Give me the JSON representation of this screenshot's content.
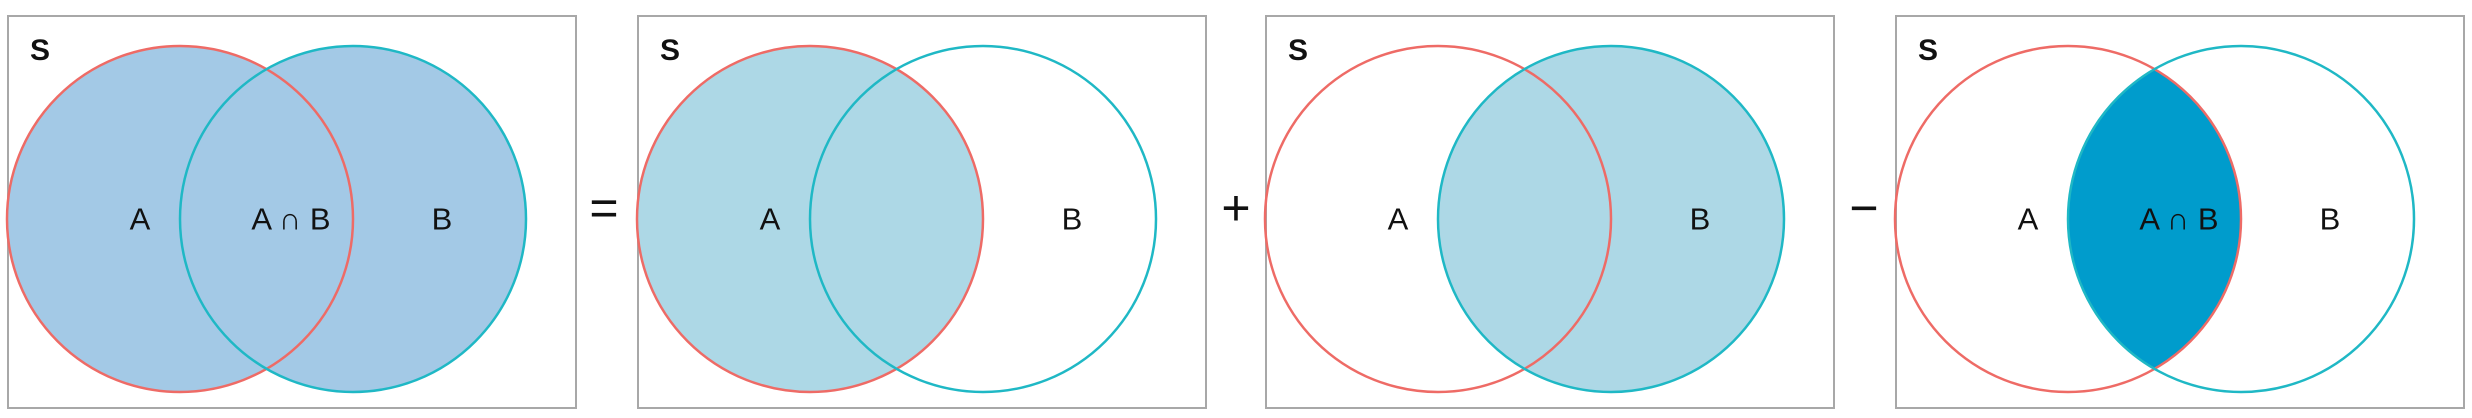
{
  "colors": {
    "circle_a_stroke": "#ee6b66",
    "circle_b_stroke": "#1fb8c5",
    "union_fill": "#a3c9e6",
    "single_set_fill": "#add8e6",
    "intersection_fill": "#009ccc",
    "frame_stroke": "#a8a8a8"
  },
  "panels": [
    {
      "universe_label": "S",
      "shaded": "union",
      "labels": {
        "a": "A",
        "intersection": "A ∩ B",
        "b": "B"
      }
    },
    {
      "universe_label": "S",
      "shaded": "a",
      "labels": {
        "a": "A",
        "intersection": "",
        "b": "B"
      }
    },
    {
      "universe_label": "S",
      "shaded": "b",
      "labels": {
        "a": "A",
        "intersection": "",
        "b": "B"
      }
    },
    {
      "universe_label": "S",
      "shaded": "intersection",
      "labels": {
        "a": "A",
        "intersection": "A ∩ B",
        "b": "B"
      }
    }
  ],
  "operators": [
    "=",
    "+",
    "−"
  ]
}
